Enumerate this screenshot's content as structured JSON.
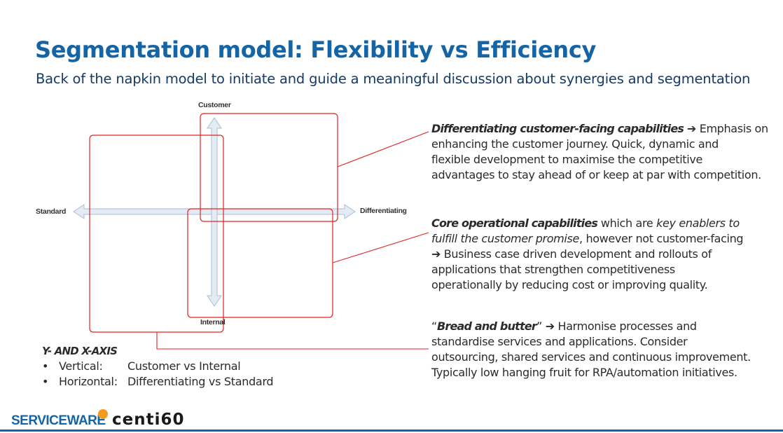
{
  "header": {
    "title": "Segmentation model: Flexibility vs Efficiency",
    "subtitle": "Back of the napkin model to initiate and guide a meaningful discussion about synergies and segmentation"
  },
  "diagram": {
    "axis_labels": {
      "top": "Customer",
      "bottom": "Internal",
      "left": "Standard",
      "right": "Differentiating"
    },
    "colors": {
      "box_outline": "#e02424",
      "arrow_fill": "#e3ecf5",
      "arrow_stroke": "#aabdd3"
    }
  },
  "descriptions": {
    "customer_facing": {
      "lead": "Differentiating customer-facing capabilities",
      "arrow": "➔",
      "line1_rest": " Emphasis on",
      "line2": "enhancing the customer journey. Quick, dynamic and",
      "line3": "flexible development to maximise the competitive",
      "line4": "advantages to stay ahead of or keep at par with competition."
    },
    "core_operational": {
      "lead": "Core operational capabilities",
      "line1_mid": " which are ",
      "line1_emph": "key enablers to",
      "line2_emph": "fulfill the customer promise",
      "line2_rest": ", however not customer-facing",
      "arrow": "➔",
      "line3_rest": " Business case driven development and rollouts of",
      "line4": "applications that strengthen competitiveness",
      "line5": "operationally by reducing cost or improving quality."
    },
    "bread_butter": {
      "open_quote": "“",
      "lead": "Bread and butter",
      "close_quote": "”",
      "arrow": "➔",
      "line1_rest": " Harmonise processes and",
      "line2": "standardise services and applications. Consider",
      "line3": "outsourcing, shared services and continuous  improvement.",
      "line4": "Typically low hanging fruit for RPA/automation initiatives."
    }
  },
  "legend": {
    "heading": "Y- AND X-AXIS",
    "items": [
      {
        "bullet": "•",
        "axis": "Vertical:",
        "value": "Customer vs Internal"
      },
      {
        "bullet": "•",
        "axis": "Horizontal:",
        "value": "Differentiating vs Standard"
      }
    ]
  },
  "footer": {
    "logo_serviceware": "SERVICEWARE",
    "logo_centiq": "centi60",
    "brand_colors": {
      "serviceware_blue": "#1565a6",
      "serviceware_orange": "#f29b1d"
    }
  }
}
